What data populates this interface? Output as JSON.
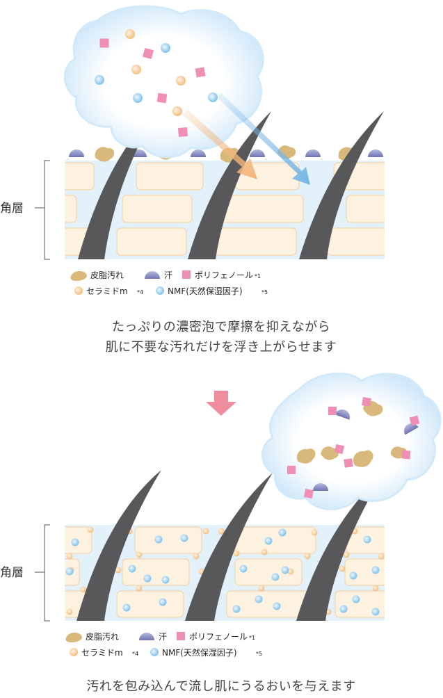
{
  "colors": {
    "sebum": "#d9b87c",
    "sweat": "#8f93c4",
    "polyphenol": "#ef8fb6",
    "ceramide": "#f6c489",
    "nmf": "#8cc8ec",
    "hair": "#58585a",
    "cell_fill": "#fdf1e0",
    "cell_stroke": "#f3d9b6",
    "layer_bg": "#e3f1fb",
    "foam_edge": "#cfe8fa",
    "arrow_main": "#ee8d9b",
    "arrow_orange": "#f4b57a",
    "arrow_blue": "#76b6e6"
  },
  "panel1": {
    "layer_label": "角層",
    "legend": {
      "sebum": "皮脂汚れ",
      "sweat": "汗",
      "polyphenol": "ポリフェノール",
      "polyphenol_note": "*1",
      "ceramide": "セラミドm",
      "ceramide_note": "*4",
      "nmf": "NMF(天然保湿因子)",
      "nmf_note": "*5"
    },
    "caption_line1": "たっぷりの濃密泡で摩擦を抑えながら",
    "caption_line2": "肌に不要な汚れだけを浮き上がらせます"
  },
  "panel2": {
    "layer_label": "角層",
    "legend": {
      "sebum": "皮脂汚れ",
      "sweat": "汗",
      "polyphenol": "ポリフェノール",
      "polyphenol_note": "*1",
      "ceramide": "セラミドm",
      "ceramide_note": "*4",
      "nmf": "NMF(天然保湿因子)",
      "nmf_note": "*5"
    },
    "caption": "汚れを包み込んで流し肌にうるおいを与えます"
  }
}
